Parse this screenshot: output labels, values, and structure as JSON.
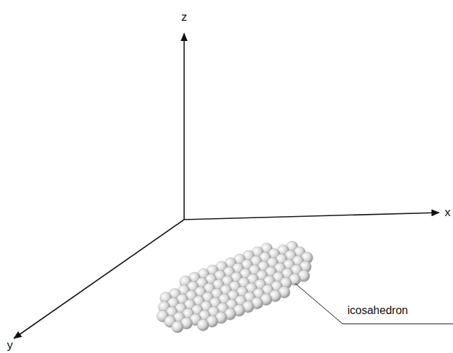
{
  "diagram": {
    "labels": [
      "z",
      "x",
      "y",
      "icosahedron"
    ]
  }
}
